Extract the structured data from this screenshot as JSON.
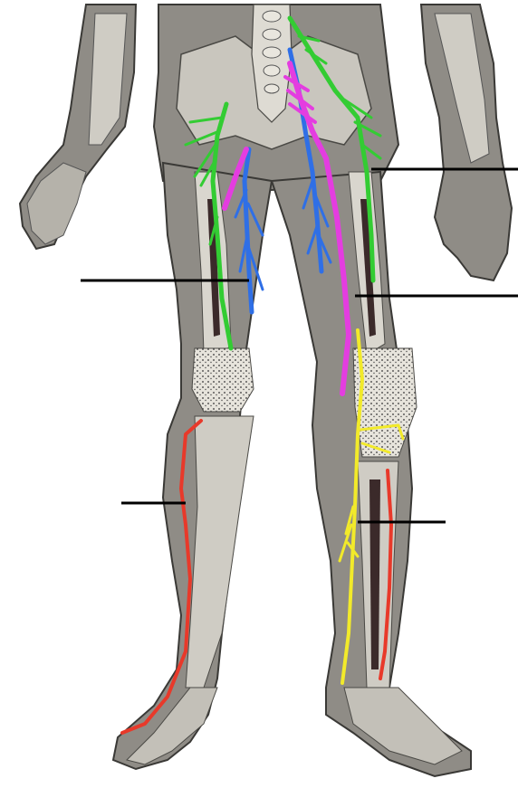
{
  "labels": [
    {
      "id": "leader-upper-right",
      "text": ""
    },
    {
      "id": "leader-upper-left",
      "text": ""
    },
    {
      "id": "leader-mid-right",
      "text": ""
    },
    {
      "id": "leader-lower-left",
      "text": ""
    },
    {
      "id": "leader-lower-right",
      "text": ""
    }
  ],
  "nerves": [
    {
      "name": "femoral-nerve",
      "color": "#33cc33"
    },
    {
      "name": "obturator-nerve",
      "color": "#2f6fe6"
    },
    {
      "name": "sciatic-nerve",
      "color": "#e43de0"
    },
    {
      "name": "peroneal-nerve",
      "color": "#f2ea2a"
    },
    {
      "name": "tibial-nerve",
      "color": "#e8392a"
    }
  ],
  "colors": {
    "skin": "#8f8c86",
    "skin_light": "#b8b5ae",
    "bone": "#e9e6de",
    "outline": "#3a3936",
    "leader": "#000000"
  }
}
